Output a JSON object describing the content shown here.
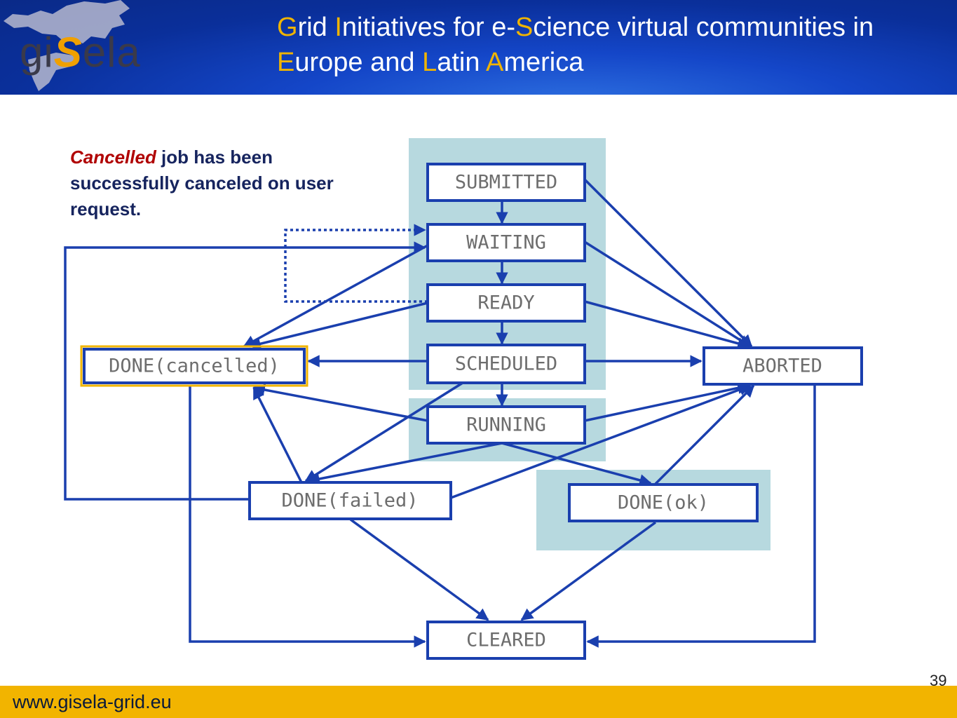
{
  "header": {
    "logo": "gisela",
    "title_line1": [
      {
        "text": "G",
        "hl": true
      },
      {
        "text": "rid ",
        "hl": false
      },
      {
        "text": "I",
        "hl": true
      },
      {
        "text": "nitiatives for e-",
        "hl": false
      },
      {
        "text": "S",
        "hl": true
      },
      {
        "text": "cience virtual communities in",
        "hl": false
      }
    ],
    "title_line2": [
      {
        "text": "E",
        "hl": true
      },
      {
        "text": "urope and ",
        "hl": false
      },
      {
        "text": "L",
        "hl": true
      },
      {
        "text": "atin ",
        "hl": false
      },
      {
        "text": "A",
        "hl": true
      },
      {
        "text": "merica",
        "hl": false
      }
    ]
  },
  "note": {
    "keyword": "Cancelled",
    "text": " job has been successfully canceled on user request."
  },
  "states": {
    "submitted": "SUBMITTED",
    "waiting": "WAITING",
    "ready": "READY",
    "scheduled": "SCHEDULED",
    "running": "RUNNING",
    "done_cancelled": "DONE(cancelled)",
    "aborted": "ABORTED",
    "done_failed": "DONE(failed)",
    "done_ok": "DONE(ok)",
    "cleared": "CLEARED"
  },
  "footer": {
    "url": "www.gisela-grid.eu",
    "page_number": "39"
  },
  "colors": {
    "accent_orange": "#f0b400",
    "diagram_blue": "#1a3fae",
    "highlight_panel": "#b7d9df",
    "keyword_red": "#b00000"
  }
}
